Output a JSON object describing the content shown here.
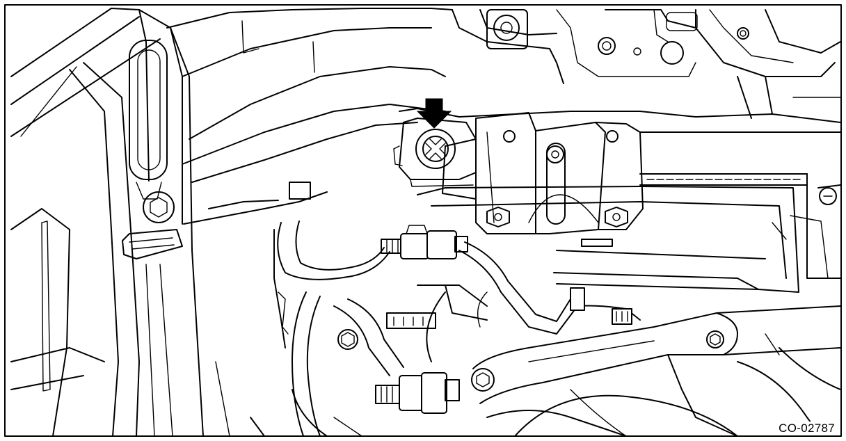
{
  "figure": {
    "code": "CO-02787",
    "parts": [
      "frame-border",
      "left-body-panel",
      "left-door-handle",
      "left-bolt",
      "upper-body-contour",
      "cross-member",
      "mount-bracket",
      "indicated-bolt",
      "bracket-nut-left",
      "bracket-nut-right",
      "flange-bolt",
      "radiator-panel",
      "wiring-harness",
      "connector-upper",
      "connector-lower",
      "lower-bracket-arm",
      "arm-bolt",
      "lower-pipe",
      "harness-clips"
    ],
    "indicator": {
      "type": "arrow",
      "direction": "down",
      "target": "indicated-bolt"
    },
    "colors": {
      "line": "#000000",
      "background": "#ffffff"
    }
  }
}
